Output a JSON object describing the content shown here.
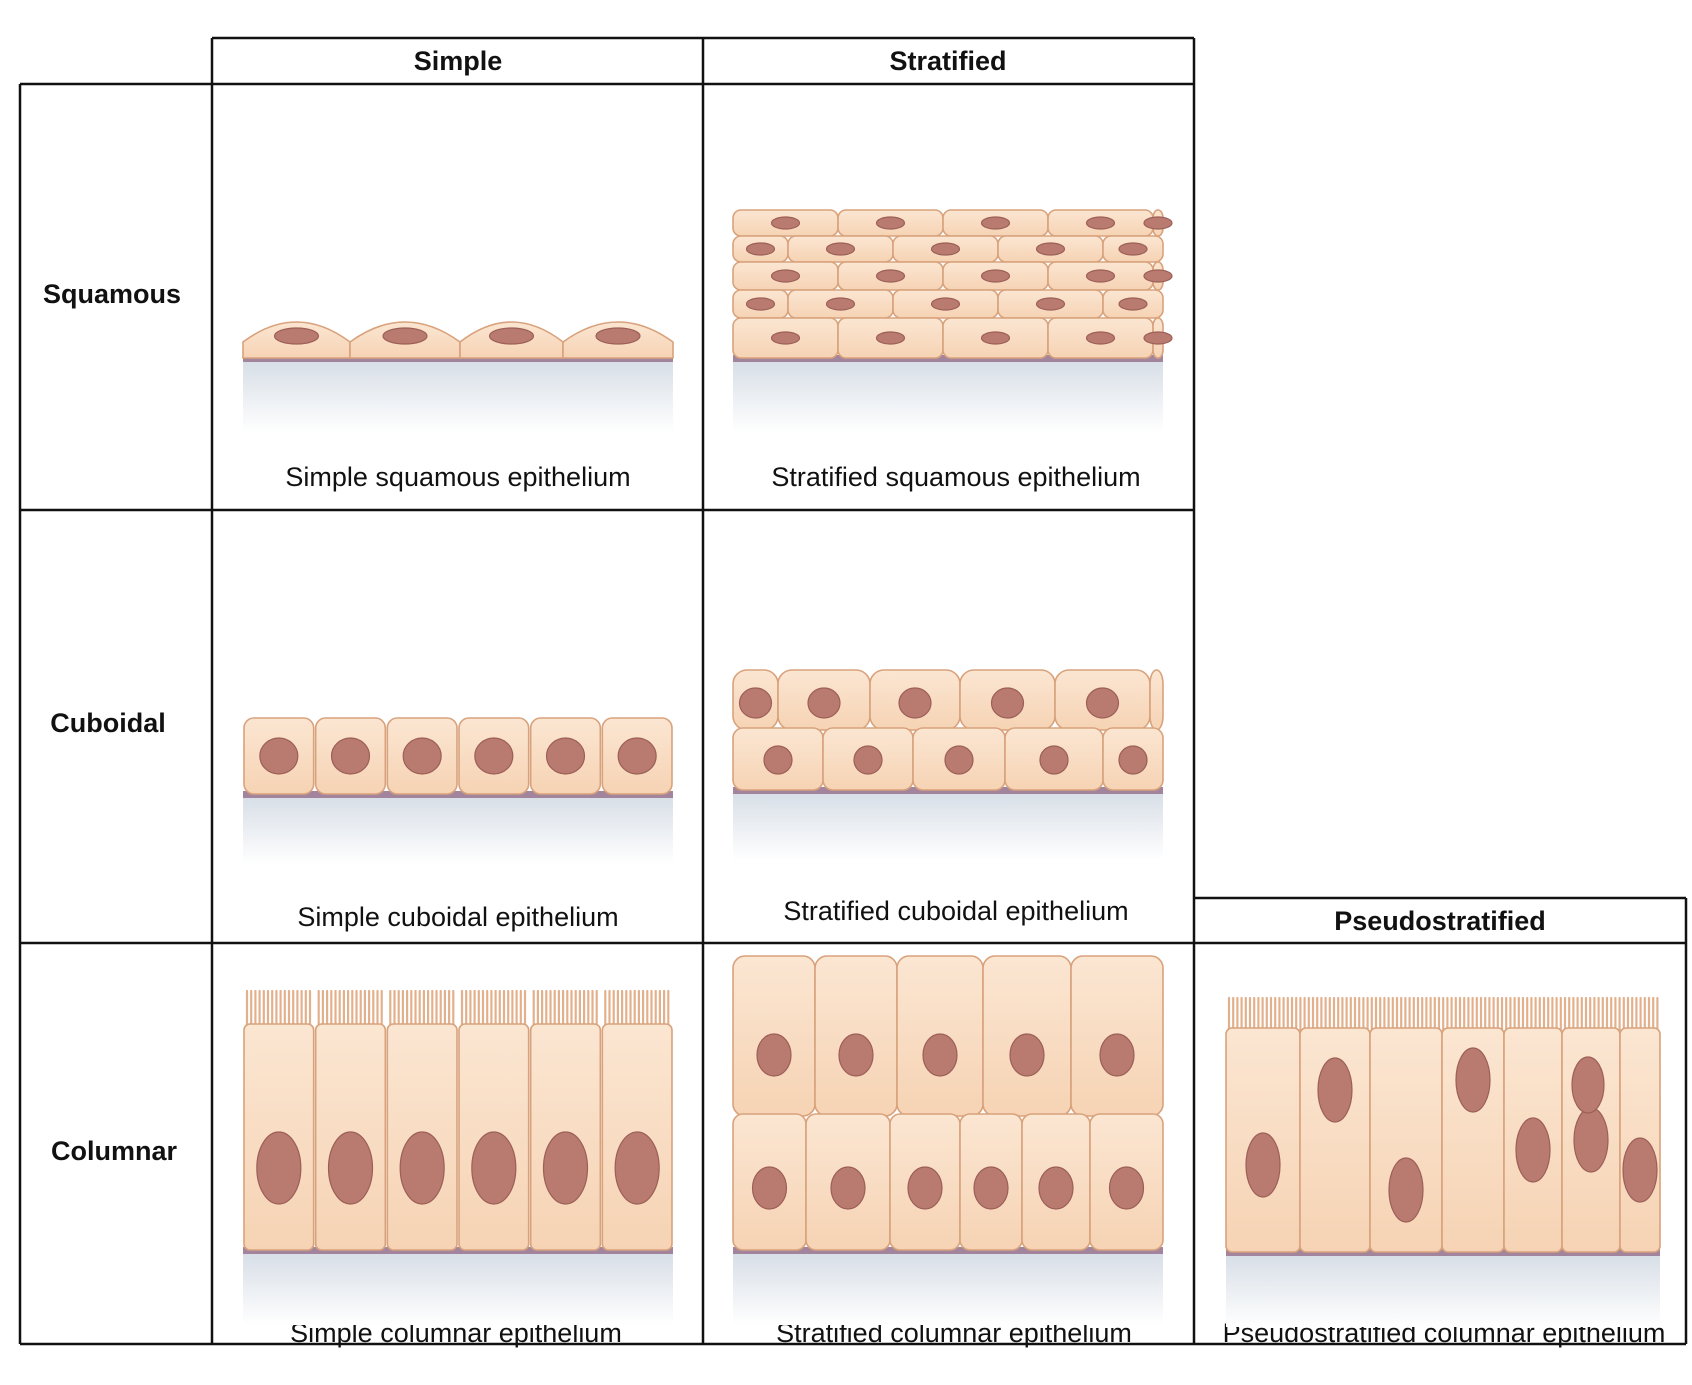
{
  "columns": {
    "simple": "Simple",
    "stratified": "Stratified",
    "pseudostratified": "Pseudostratified"
  },
  "rows": {
    "squamous": "Squamous",
    "cuboidal": "Cuboidal",
    "columnar": "Columnar"
  },
  "captions": {
    "simple_squamous": "Simple squamous epithelium",
    "stratified_squamous": "Stratified squamous epithelium",
    "simple_cuboidal": "Simple cuboidal epithelium",
    "stratified_cuboidal": "Stratified cuboidal epithelium",
    "simple_columnar": "Simple columnar epithelium",
    "stratified_columnar": "Stratified columnar epithelium",
    "pseudostratified_columnar": "Pseudostratified columnar epithelium"
  },
  "colors": {
    "cell_fill": "#f9dcc0",
    "cell_stroke": "#d8a27c",
    "nucleus": "#b97a70",
    "nucleus_stroke": "#9c5f57",
    "basement_membrane": "#a2859c",
    "connective_tissue": "#d9e0e8",
    "microvilli": "#e3b08c"
  }
}
